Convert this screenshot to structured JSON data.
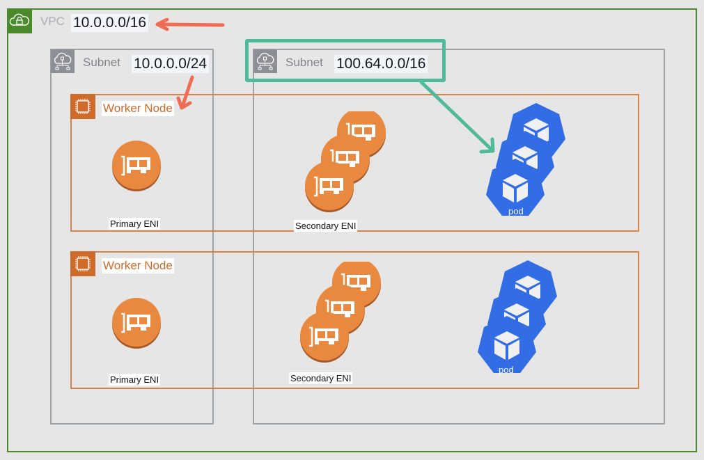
{
  "vpc": {
    "label": "VPC",
    "cidr": "10.0.0.0/16",
    "icon": "vpc-cloud-lock-icon",
    "color": "#4a8a2a"
  },
  "subnets": [
    {
      "label": "Subnet",
      "cidr": "10.0.0.0/24",
      "icon": "subnet-cloud-network-icon"
    },
    {
      "label": "Subnet",
      "cidr": "100.64.0.0/16",
      "icon": "subnet-cloud-network-icon",
      "highlight_color": "#4fb99a"
    }
  ],
  "worker_nodes": [
    {
      "label": "Worker Node",
      "icon": "ec2-chip-icon",
      "primary_eni": "Primary ENI",
      "secondary_eni": "Secondary ENI",
      "pod_label": "pod"
    },
    {
      "label": "Worker Node",
      "icon": "ec2-chip-icon",
      "primary_eni": "Primary ENI",
      "secondary_eni": "Secondary ENI",
      "pod_label": "pod"
    }
  ],
  "colors": {
    "worker_orange": "#cd6b2a",
    "eni_orange": "#e8893f",
    "pod_blue": "#326de6",
    "arrow_red": "#ef6b53",
    "arrow_teal": "#4fb99a"
  }
}
